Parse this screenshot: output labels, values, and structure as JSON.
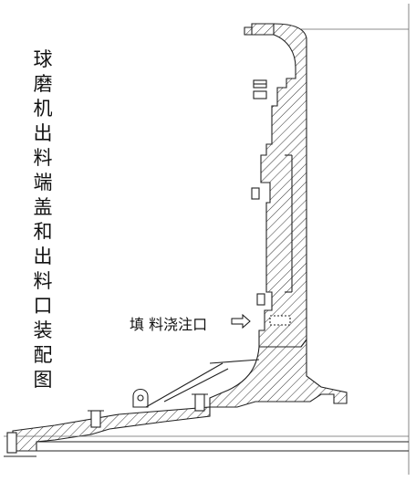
{
  "drawing": {
    "title": "球磨机出料端盖和出料口装配图",
    "annotation": "填 料浇注口"
  },
  "colors": {
    "line": "#222222",
    "hatch": "#333333",
    "background": "#ffffff"
  },
  "icons": {
    "annotation_arrow": "hollow-right-arrow"
  }
}
